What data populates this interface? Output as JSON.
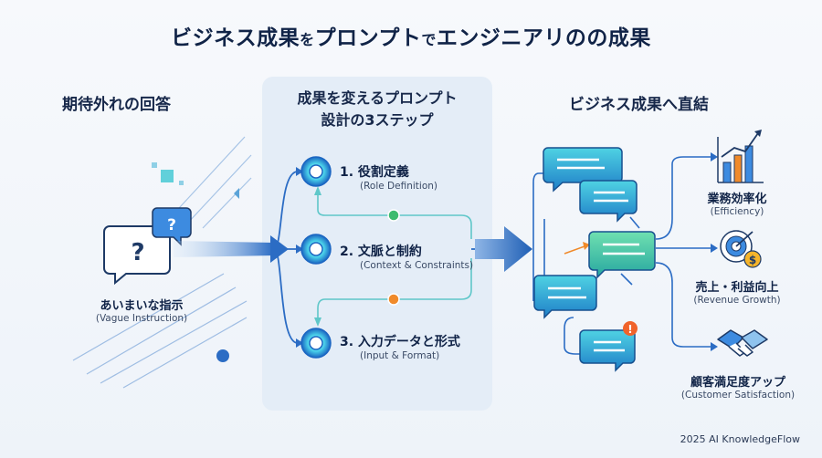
{
  "title": {
    "part1": "ビジネス成果",
    "connector": "を",
    "part2": "プロンプト",
    "connector2": "で",
    "part3": "エンジニアリのの成果"
  },
  "left": {
    "heading": "期待外れの回答",
    "label": "あいまいな指示",
    "label_sub": "(Vague Instruction)"
  },
  "middle": {
    "heading_line1": "成果を変えるプロンプト",
    "heading_line2": "設計の3ステップ",
    "steps": [
      {
        "title": "1. 役割定義",
        "sub": "(Role Definition)"
      },
      {
        "title": "2. 文脈と制約",
        "sub": "(Context & Constraints)"
      },
      {
        "title": "3. 入力データと形式",
        "sub": "(Input & Format)"
      }
    ]
  },
  "right": {
    "heading": "ビジネス成果へ直結",
    "outcomes": [
      {
        "title": "業務効率化",
        "sub": "(Efficiency)"
      },
      {
        "title": "売上・利益向上",
        "sub": "(Revenue Growth)"
      },
      {
        "title": "顧客満足度アップ",
        "sub": "(Customer Satisfaction)"
      }
    ]
  },
  "footer": "2025 AI KnowledgeFlow",
  "colors": {
    "navy": "#102347",
    "teal": "#2ec4c8",
    "blue": "#2b6cc4",
    "green": "#3dbb6e",
    "orange": "#f08a2a",
    "panel": "#e4edf7"
  },
  "icons": [
    "question-bubble-icon",
    "chat-bubble-icon",
    "bar-chart-icon",
    "target-icon",
    "coin-icon",
    "handshake-icon",
    "alert-icon"
  ]
}
